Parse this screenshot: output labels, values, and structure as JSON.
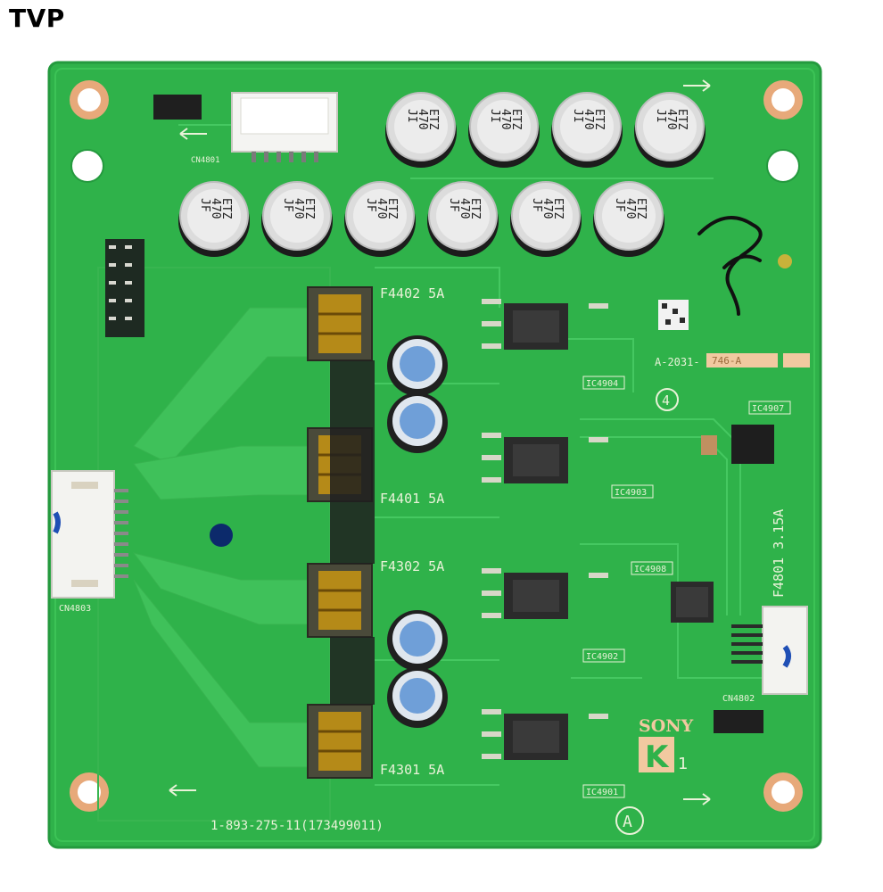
{
  "brand": {
    "name": "TVP"
  },
  "board": {
    "part_number": "1-893-275-11(173499011)",
    "board_code": "A-2031-",
    "board_code_suffix": "746-A",
    "connectors": [
      "CN4801",
      "CN4803",
      "CN4802"
    ],
    "fuses": [
      "F4402 5A",
      "F4401 5A",
      "F4302 5A",
      "F4301 5A",
      "F4801 3.15A"
    ],
    "ics": [
      "IC4904",
      "IC4903",
      "IC4908",
      "IC4902",
      "IC4901",
      "IC4907"
    ],
    "maker_logo": "SONY",
    "logo_code": "K",
    "logo_suffix": "1",
    "circle_marks": [
      "4",
      "A"
    ],
    "capacitor_top_row": [
      "JI 470 ETZ",
      "JI 470 ETZ",
      "JI 470 ETZ",
      "JI 470 ETZ"
    ],
    "capacitor_second_row": [
      "JF 470 ETZ",
      "JF 470 ETZ",
      "JF 470 ETZ",
      "JF 470 ETZ",
      "JF 470 ETZ",
      "JF 470 ETZ"
    ]
  },
  "colors": {
    "pcb_green": "#2fb24a",
    "pcb_edge": "#26a043",
    "trace": "#3fc15a",
    "silkscreen": "#e9f2d8",
    "pad_copper": "#e7a97a",
    "label_fill": "#f1c9a0"
  }
}
